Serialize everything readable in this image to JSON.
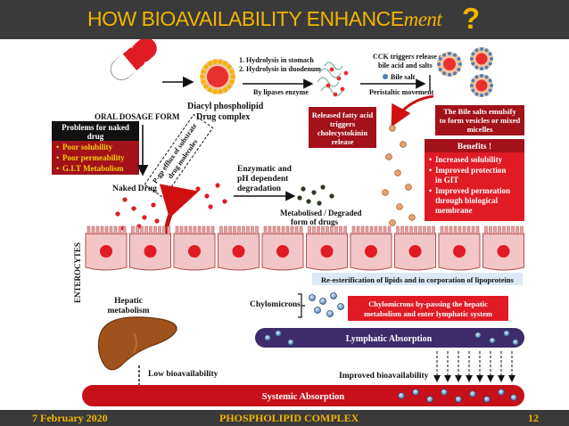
{
  "header": {
    "title": "HOW BIOAVAILABILITY ENHANCE",
    "title_italic": "ment",
    "question_mark": "?"
  },
  "footer": {
    "date": "7 February 2020",
    "topic": "PHOSPHOLIPID COMPLEX",
    "page": "12"
  },
  "diagram": {
    "oral_dosage_form": "ORAL DOSAGE FORM",
    "diacyl_label_1": "Diacyl phospholipid",
    "diacyl_label_2": "Drug complex",
    "hydrolysis_1": "1.  Hydrolysis in stomach",
    "hydrolysis_2": "2.  Hydrolysis in duodenum",
    "lipases": "By  lipases enzyme",
    "cck_1": "CCK triggers release of",
    "cck_2": "bile acid and salts",
    "bile_salt": "Bile salt",
    "peristaltic": "Peristaltic movement",
    "released_fatty": [
      "Released fatty acid",
      "triggers",
      "cholecystokinin",
      "release"
    ],
    "bile_emulsify": [
      "The Bile salts emulsify",
      "to form vesicles or mixed",
      "micelles"
    ],
    "problems_title": [
      "Problems  for naked",
      "drug"
    ],
    "problems_items": [
      "Poor solubility",
      "Poor permeability",
      "G.I.T Metabolism"
    ],
    "naked_drug": "Naked Drug",
    "pgp_efflux": [
      "P-gp efflux of substrate",
      "drug molecules"
    ],
    "enzymatic": [
      "Enzymatic and",
      "pH dependent",
      "degradation"
    ],
    "metabolised": [
      "Metabolised / Degraded",
      "form of drugs"
    ],
    "benefits_title": "Benefits !",
    "benefits_items": [
      "Increased solubility",
      "Improved protection",
      "in GIT",
      "Improved permeation",
      "through biological",
      "membrane"
    ],
    "enterocytes": "ENTEROCYTES",
    "reesterification": "Re-esterification  of lipids  and in corporation  of lipoproteins",
    "hepatic": [
      "Hepatic",
      "metabolism"
    ],
    "chylomicrons": "Chylomicrons",
    "chylo_bypass": [
      "Chylomicrons by-passing the hepatic",
      "metabolism and enter lymphatic system"
    ],
    "lymphatic": "Lymphatic Absorption",
    "low_bio": "Low bioavailability",
    "improved_bio": "Improved bioavailability",
    "systemic": "Systemic Absorption"
  },
  "colors": {
    "header_bg": "#3a3a3a",
    "header_text": "#f2b400",
    "dark_red_box": "#a3111b",
    "red_box": "#e01b24",
    "cell_fill": "#f2c6c6",
    "lymphatic_band": "#3d2b6b",
    "systemic_band": "#c8101a"
  }
}
